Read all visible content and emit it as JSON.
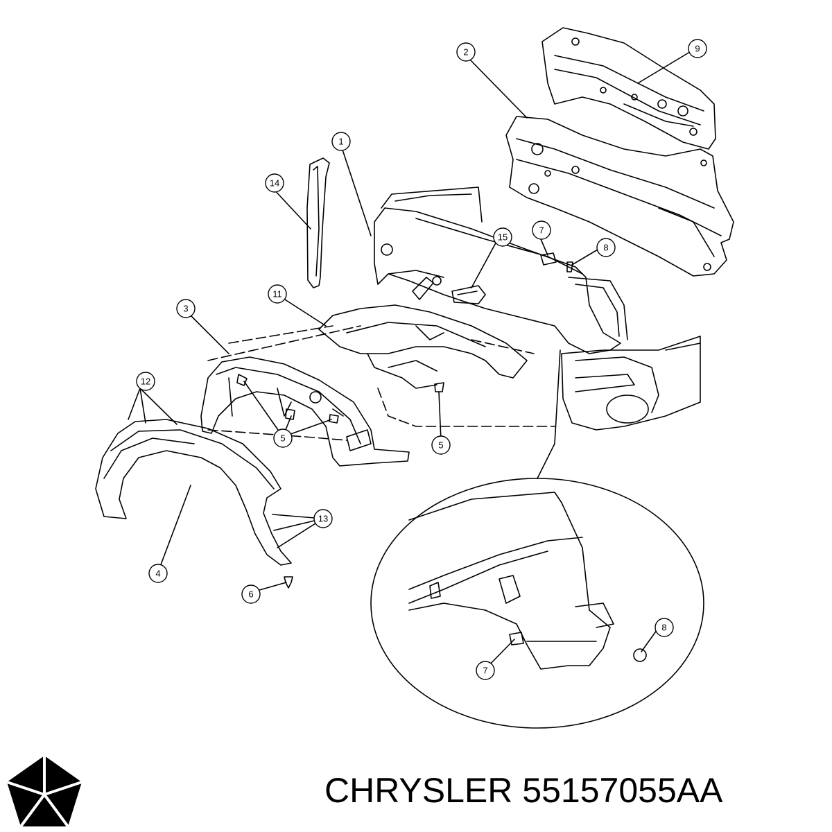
{
  "callouts": [
    {
      "id": "c-1",
      "label": "1"
    },
    {
      "id": "c-2",
      "label": "2"
    },
    {
      "id": "c-3",
      "label": "3"
    },
    {
      "id": "c-4",
      "label": "4"
    },
    {
      "id": "c-5a",
      "label": "5"
    },
    {
      "id": "c-5b",
      "label": "5"
    },
    {
      "id": "c-6",
      "label": "6"
    },
    {
      "id": "c-7a",
      "label": "7"
    },
    {
      "id": "c-7b",
      "label": "7"
    },
    {
      "id": "c-8a",
      "label": "8"
    },
    {
      "id": "c-8b",
      "label": "8"
    },
    {
      "id": "c-9",
      "label": "9"
    },
    {
      "id": "c-11",
      "label": "11"
    },
    {
      "id": "c-12",
      "label": "12"
    },
    {
      "id": "c-13",
      "label": "13"
    },
    {
      "id": "c-14",
      "label": "14"
    },
    {
      "id": "c-15",
      "label": "15"
    }
  ],
  "caption": {
    "brand": "CHRYSLER",
    "part_number": "55157055AA"
  },
  "logo": {
    "icon": "chrysler-pentastar-icon",
    "color": "#000000"
  }
}
